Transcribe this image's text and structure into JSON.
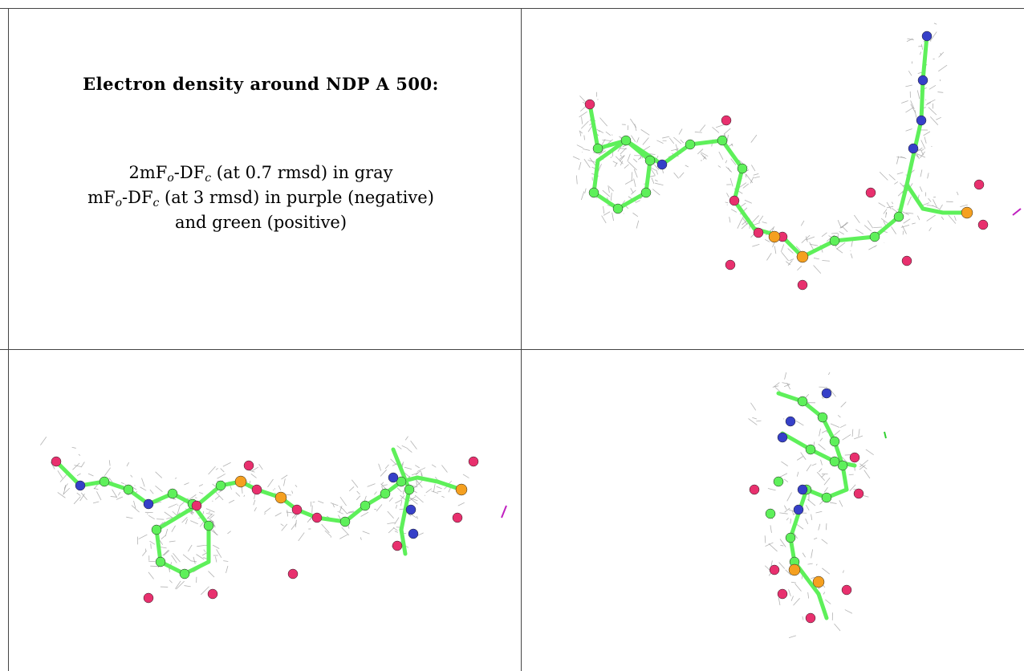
{
  "caption": {
    "title": "Electron density around NDP A 500:",
    "line1": {
      "prefix": "2mF",
      "sub1": "o",
      "mid": "-DF",
      "sub2": "c",
      "suffix": " (at 0.7 rmsd) in gray"
    },
    "line2": {
      "prefix": "mF",
      "sub1": "o",
      "mid": "-DF",
      "sub2": "c",
      "suffix": " (at 3 rmsd) in purple (negative)"
    },
    "line3": "and green (positive)"
  },
  "panels": [
    {
      "id": "view-top-right",
      "description_icon": "molecule-density-view"
    },
    {
      "id": "view-bottom-left",
      "description_icon": "molecule-density-view"
    },
    {
      "id": "view-bottom-right",
      "description_icon": "molecule-density-view"
    }
  ],
  "colors": {
    "carbon": "#5ef05a",
    "oxygen": "#e8306e",
    "nitrogen": "#3640c8",
    "phosphorus": "#f5a020",
    "mesh": "#9a9a9a",
    "negative_density": "#c020c0",
    "positive_density": "#30d030"
  }
}
